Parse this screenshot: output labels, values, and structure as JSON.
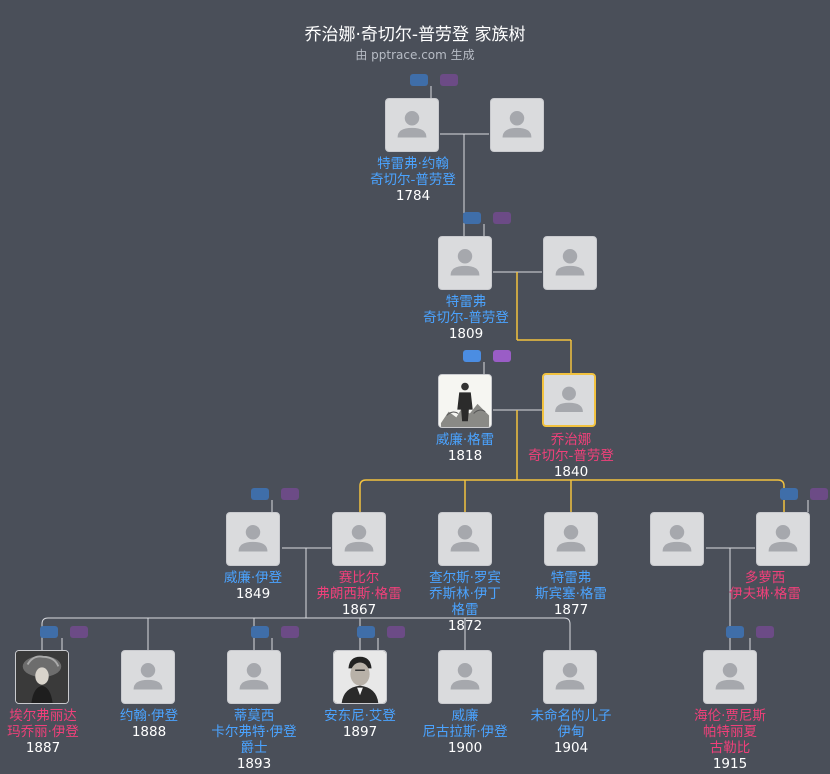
{
  "header": {
    "title": "乔治娜·奇切尔-普劳登 家族树",
    "subtitle": "由 pptrace.com 生成"
  },
  "people": [
    {
      "id": "p1",
      "names": [
        "特雷弗·约翰",
        "奇切尔-普劳登"
      ],
      "year": "1784",
      "gender": "male",
      "portrait": "placeholder"
    },
    {
      "id": "p2",
      "names": [],
      "year": "",
      "gender": "unknown",
      "portrait": "placeholder"
    },
    {
      "id": "p3",
      "names": [
        "特雷弗",
        "奇切尔-普劳登"
      ],
      "year": "1809",
      "gender": "male",
      "portrait": "placeholder"
    },
    {
      "id": "p4",
      "names": [],
      "year": "",
      "gender": "unknown",
      "portrait": "placeholder"
    },
    {
      "id": "p5",
      "names": [
        "威廉·格雷"
      ],
      "year": "1818",
      "gender": "male",
      "portrait": "engraving"
    },
    {
      "id": "p6",
      "names": [
        "乔治娜",
        "奇切尔-普劳登"
      ],
      "year": "1840",
      "gender": "female",
      "portrait": "placeholder",
      "focus": true
    },
    {
      "id": "p7",
      "names": [
        "威廉·伊登"
      ],
      "year": "1849",
      "gender": "male",
      "portrait": "placeholder"
    },
    {
      "id": "p8",
      "names": [
        "赛比尔",
        "弗朗西斯·格雷"
      ],
      "year": "1867",
      "gender": "female",
      "portrait": "placeholder"
    },
    {
      "id": "p9",
      "names": [
        "查尔斯·罗宾",
        "乔斯林·伊丁",
        "格雷"
      ],
      "year": "1872",
      "gender": "male",
      "portrait": "placeholder"
    },
    {
      "id": "p10",
      "names": [
        "特雷弗",
        "斯宾塞·格雷"
      ],
      "year": "1877",
      "gender": "male",
      "portrait": "placeholder"
    },
    {
      "id": "p11",
      "names": [],
      "year": "",
      "gender": "unknown",
      "portrait": "placeholder"
    },
    {
      "id": "p12",
      "names": [
        "多萝西",
        "伊夫琳·格雷"
      ],
      "year": "",
      "gender": "female",
      "portrait": "placeholder"
    },
    {
      "id": "p13",
      "names": [
        "埃尔弗丽达",
        "玛乔丽·伊登"
      ],
      "year": "1887",
      "gender": "female",
      "portrait": "photo-woman"
    },
    {
      "id": "p14",
      "names": [
        "约翰·伊登"
      ],
      "year": "1888",
      "gender": "male",
      "portrait": "placeholder"
    },
    {
      "id": "p15",
      "names": [
        "蒂莫西",
        "卡尔弗特·伊登",
        "爵士"
      ],
      "year": "1893",
      "gender": "male",
      "portrait": "placeholder"
    },
    {
      "id": "p16",
      "names": [
        "安东尼·艾登"
      ],
      "year": "1897",
      "gender": "male",
      "portrait": "photo-man"
    },
    {
      "id": "p17",
      "names": [
        "威廉",
        "尼古拉斯·伊登"
      ],
      "year": "1900",
      "gender": "male",
      "portrait": "placeholder"
    },
    {
      "id": "p18",
      "names": [
        "未命名的儿子",
        "伊甸"
      ],
      "year": "1904",
      "gender": "male",
      "portrait": "placeholder"
    },
    {
      "id": "p19",
      "names": [
        "海伦·贾尼斯",
        "帕特丽夏",
        "古勒比"
      ],
      "year": "1915",
      "gender": "female",
      "portrait": "placeholder"
    }
  ],
  "colors": {
    "background": "#4a4f59",
    "male": "#4aa3ff",
    "female": "#f0407a",
    "focus_border": "#f2c23f",
    "highlight_line": "#f2c23f",
    "line": "#d9dbe0"
  }
}
